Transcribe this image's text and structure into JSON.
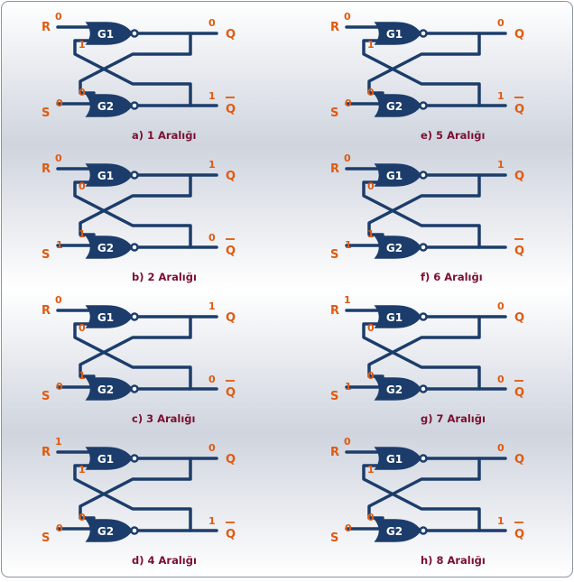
{
  "colors": {
    "wire": "#1c3d6b",
    "signal": "#e05a10",
    "caption": "#7a1030",
    "gate_text": "#ffffff",
    "background_top": "#ffffff",
    "background_mid": "#cfd4de"
  },
  "labels": {
    "R": "R",
    "S": "S",
    "Q": "Q",
    "Qbar": "Q",
    "G1": "G1",
    "G2": "G2"
  },
  "panels": [
    {
      "caption": "a)  1 Aralığı",
      "r": "0",
      "s": "0",
      "g1_fb": "1",
      "g2_fb": "0",
      "q": "0",
      "qbar": "1"
    },
    {
      "caption": "b)  2 Aralığı",
      "r": "0",
      "s": "1",
      "g1_fb": "0",
      "g2_fb": "1",
      "q": "1",
      "qbar": "0"
    },
    {
      "caption": "c)  3 Aralığı",
      "r": "0",
      "s": "0",
      "g1_fb": "0",
      "g2_fb": "1",
      "q": "1",
      "qbar": "0"
    },
    {
      "caption": "d)  4 Aralığı",
      "r": "1",
      "s": "0",
      "g1_fb": "1",
      "g2_fb": "0",
      "q": "0",
      "qbar": "1"
    },
    {
      "caption": "e)  5 Aralığı",
      "r": "0",
      "s": "0",
      "g1_fb": "1",
      "g2_fb": "0",
      "q": "0",
      "qbar": "1"
    },
    {
      "caption": "f)  6 Aralığı",
      "r": "0",
      "s": "1",
      "g1_fb": "0",
      "g2_fb": "1",
      "q": "1",
      "qbar": ""
    },
    {
      "caption": "g)  7 Aralığı",
      "r": "1",
      "s": "1",
      "g1_fb": "0",
      "g2_fb": "0",
      "q": "0",
      "qbar": "0"
    },
    {
      "caption": "h)  8 Aralığı",
      "r": "0",
      "s": "0",
      "g1_fb": "1",
      "g2_fb": "0",
      "q": "0",
      "qbar": "1"
    }
  ]
}
